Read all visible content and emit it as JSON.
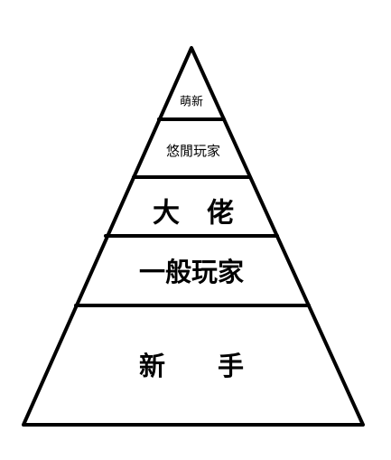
{
  "pyramid": {
    "tiers": [
      {
        "label": "萌新"
      },
      {
        "label": "悠閒玩家"
      },
      {
        "label": "大　佬"
      },
      {
        "label": "一般玩家"
      },
      {
        "label": "新　　手"
      }
    ]
  },
  "colors": {
    "stroke": "#000000",
    "background": "#ffffff",
    "text": "#000000"
  }
}
